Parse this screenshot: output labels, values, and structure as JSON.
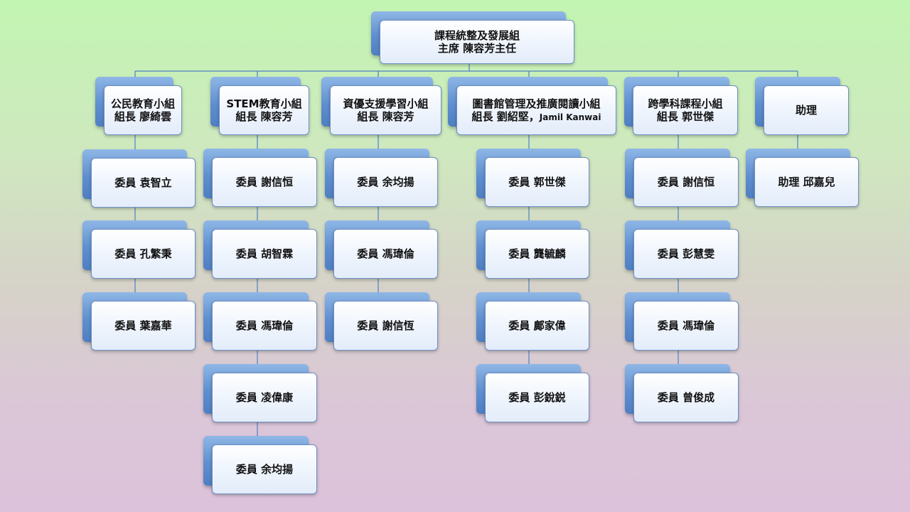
{
  "root": {
    "line1": "課程統整及發展組",
    "line2": "主席  陳容芳主任"
  },
  "columns": [
    {
      "head": {
        "line1": "公民教育小組",
        "line2": "組長 廖綺雲"
      },
      "members": [
        "委員 袁智立",
        "委員 孔繁秉",
        "委員  葉嘉華"
      ]
    },
    {
      "head": {
        "line1": "STEM教育小組",
        "line2": "組長  陳容芳"
      },
      "members": [
        "委員  謝信恒",
        "委員  胡智霖",
        "委員  馮瑋倫",
        "委員 凌偉康",
        "委員  余均揚"
      ]
    },
    {
      "head": {
        "line1": "資優支援學習小組",
        "line2": "組長  陳容芳"
      },
      "members": [
        "委員 余均揚",
        "委員  馮瑋倫",
        "委員 謝信恆"
      ]
    },
    {
      "head": {
        "line1": "圖書館管理及推廣閱讀小組",
        "line2": "組長  劉紹堅，",
        "line2_latin": "Jamil Kanwai"
      },
      "members": [
        "委員  郭世傑",
        "委員 龔毓麟",
        "委員 鄺家偉",
        "委員 彭銳鋭"
      ]
    },
    {
      "head": {
        "line1": "跨學科課程小組",
        "line2": "組長 郭世傑"
      },
      "members": [
        "委員 謝信恒",
        "委員  彭慧雯",
        "委員  馮瑋倫",
        "委員  曾俊成"
      ]
    },
    {
      "head": {
        "line1": "助理"
      },
      "members": [
        "助理  邱嘉兒"
      ]
    }
  ],
  "colors": {
    "connector": "#4f7fc2",
    "card_border": "#6b8fc4",
    "card_back": "#5f8fd0"
  }
}
